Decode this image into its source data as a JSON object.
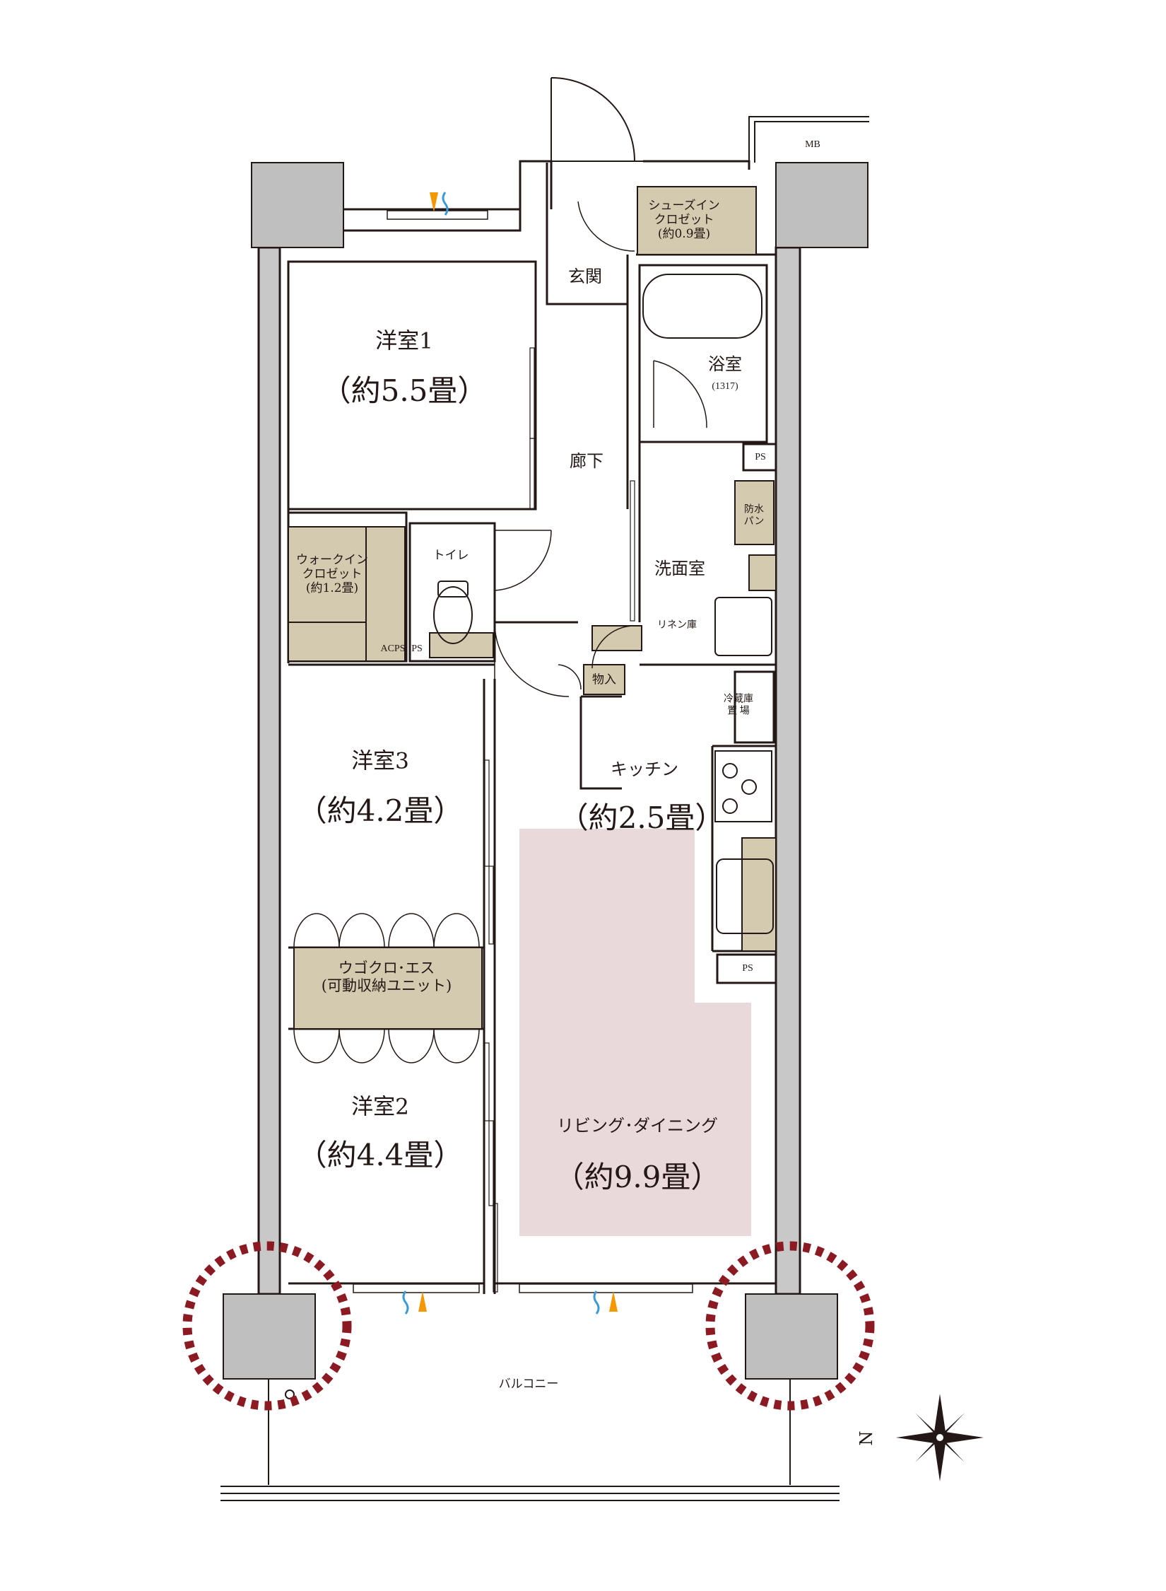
{
  "rooms": {
    "western1": {
      "name": "洋室1",
      "area": "（約5.5畳）"
    },
    "western2": {
      "name": "洋室2",
      "area": "（約4.4畳）"
    },
    "western3": {
      "name": "洋室3",
      "area": "（約4.2畳）"
    },
    "living": {
      "name": "リビング･ダイニング",
      "area": "（約9.9畳）"
    },
    "kitchen": {
      "name": "キッチン",
      "area": "（約2.5畳）"
    },
    "entrance": {
      "name": "玄関"
    },
    "hallway": {
      "name": "廊下"
    },
    "bathroom": {
      "name": "浴室",
      "size": "(1317)"
    },
    "washroom": {
      "name": "洗面室"
    },
    "toilet": {
      "name": "トイレ"
    },
    "balcony": {
      "name": "バルコニー"
    }
  },
  "storage": {
    "shoe_closet": "シューズイン\nクロゼット\n(約0.9畳)",
    "walk_in_closet": "ウォークイン\nクロゼット\n(約1.2畳)",
    "movable_storage": "ウゴクロ･エス\n(可動収納ユニット)",
    "linen": "リネン庫",
    "storage_box": "物入",
    "fridge_space": "冷蔵庫\n置 場",
    "waterproof_pan": "防水\nパン"
  },
  "utility": {
    "mb": "MB",
    "ps": "PS",
    "acps": "ACPS",
    "compass_n": "N"
  },
  "colors": {
    "wall_column": "#bfbfbf",
    "storage_fill": "#d4caaf",
    "living_highlight": "#ead9da",
    "highlight_circle": "#8b1a22",
    "window_orange": "#f39800",
    "window_blue": "#3a9bd9",
    "line": "#231815"
  }
}
